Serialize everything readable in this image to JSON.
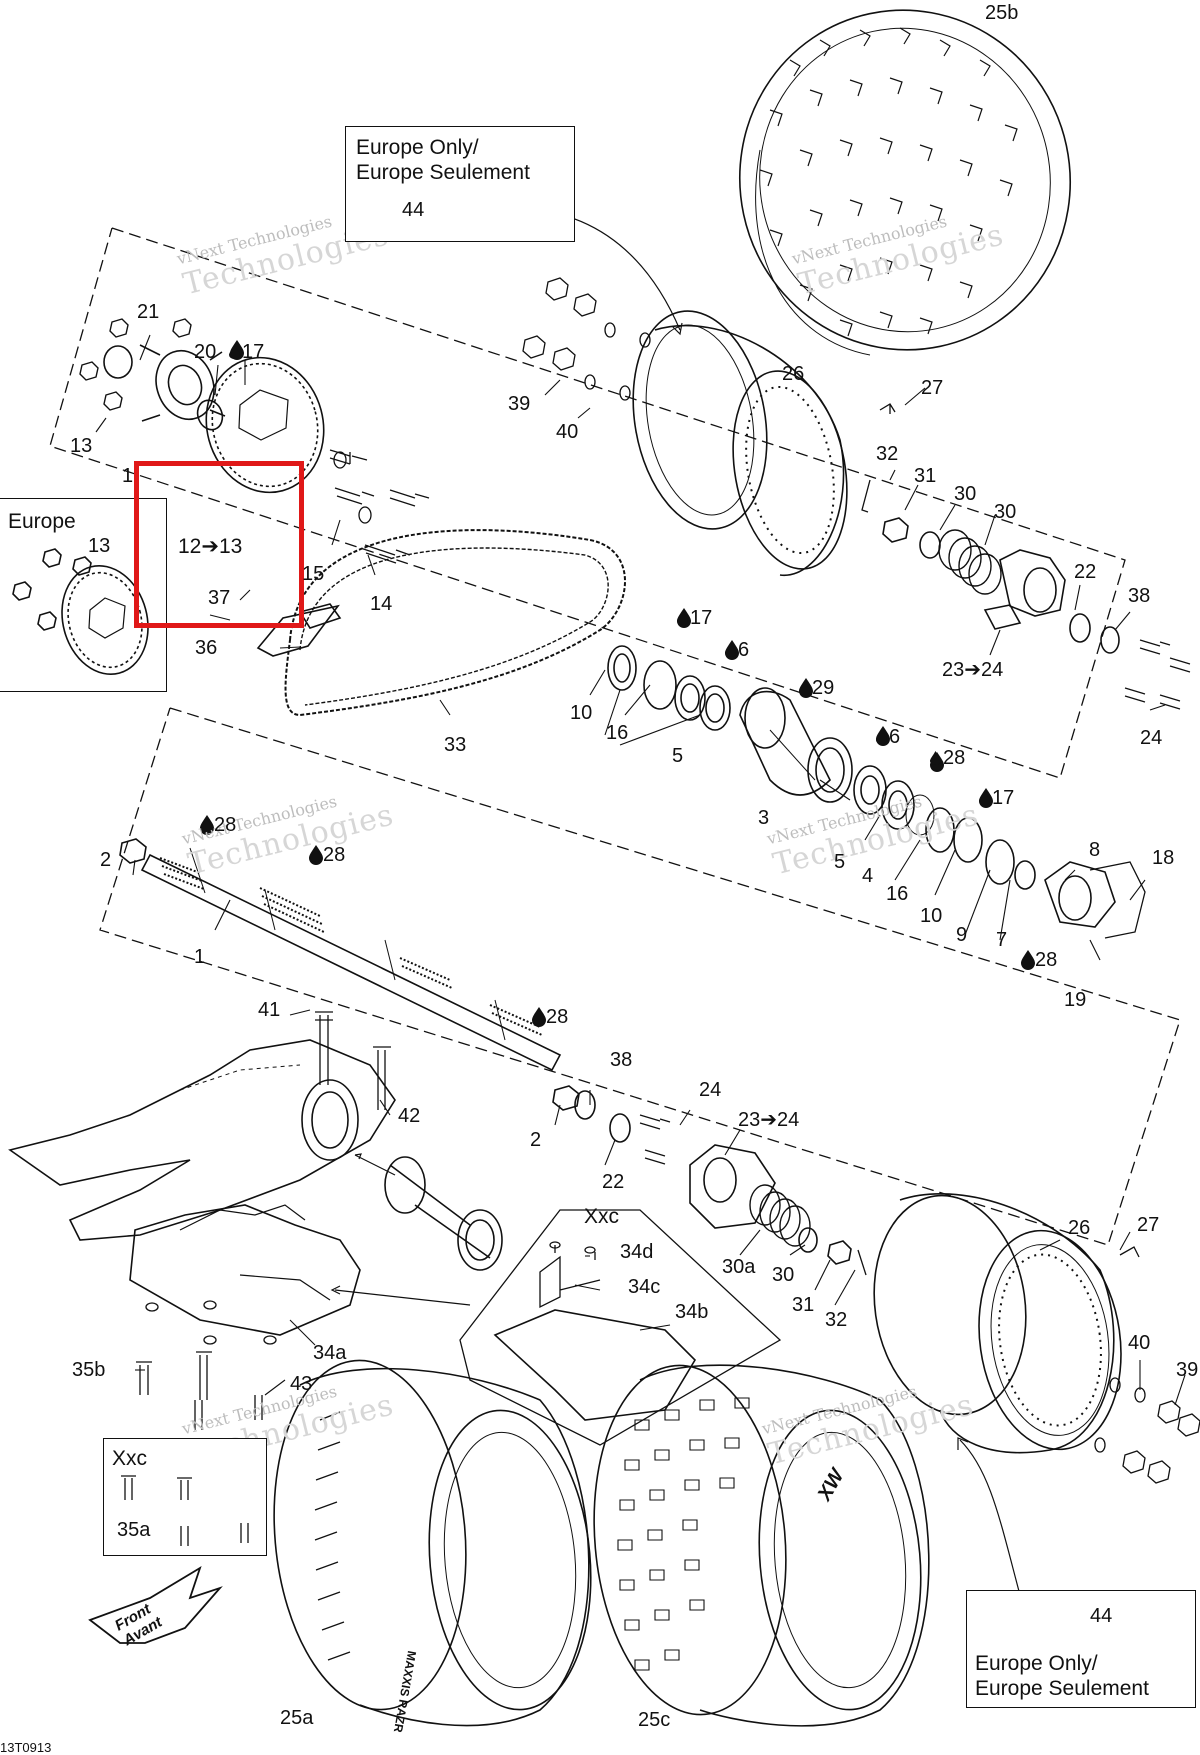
{
  "figure_code": "13T0913",
  "watermark": {
    "line1": "vNext Technologies",
    "line2": "Technologies",
    "line3": "vNext"
  },
  "boxes": {
    "europe_top": {
      "line1": "Europe Only/",
      "line2": "Europe Seulement",
      "part": "44"
    },
    "europe_left": {
      "title": "Europe",
      "part13": "13",
      "part12_13": "12➔13"
    },
    "xxc_left": {
      "title": "Xxc",
      "part": "35a"
    },
    "xxc_center": {
      "title": "Xxc"
    },
    "europe_bottom": {
      "line1": "Europe Only/",
      "line2": "Europe Seulement",
      "part": "44"
    }
  },
  "front_arrow": {
    "line1": "Front",
    "line2": "Avant"
  },
  "parts": {
    "p25b": "25b",
    "p21": "21",
    "p20": "20",
    "p17a": "17",
    "p13a": "13",
    "p1a": "1",
    "p26a": "26",
    "p27a": "27",
    "p39a": "39",
    "p40a": "40",
    "p32a": "32",
    "p31a": "31",
    "p30a": "30",
    "p30b": "30",
    "p22a": "22",
    "p38a": "38",
    "p23a": "23➔24",
    "p24a": "24",
    "p15": "15",
    "p14": "14",
    "p37": "37",
    "p36": "36",
    "p33": "33",
    "p17b": "17",
    "p6a": "6",
    "p10a": "10",
    "p16a": "16",
    "p5a": "5",
    "p29": "29",
    "p3": "3",
    "p6b": "6",
    "p28a": "28",
    "p17c": "17",
    "p5b": "5",
    "p4": "4",
    "p16b": "16",
    "p10b": "10",
    "p9": "9",
    "p7": "7",
    "p8": "8",
    "p18": "18",
    "p28b": "28",
    "p19": "19",
    "p28c": "28",
    "p2a": "2",
    "p28d": "28",
    "p1b": "1",
    "p28e": "28",
    "p41": "41",
    "p42": "42",
    "p38b": "38",
    "p2b": "2",
    "p22b": "22",
    "p24b": "24",
    "p23b": "23➔24",
    "p30c": "30a",
    "p30d": "30",
    "p31b": "31",
    "p32b": "32",
    "p26b": "26",
    "p27b": "27",
    "p40b": "40",
    "p39b": "39",
    "p34d": "34d",
    "p34c": "34c",
    "p34b": "34b",
    "p34a": "34a",
    "p35b": "35b",
    "p43": "43",
    "p25a": "25a",
    "p25c": "25c"
  },
  "tire_text": {
    "brand_a": "MAXXIS RAZR",
    "brand_c": "XW"
  },
  "highlight_color": "#e01818"
}
